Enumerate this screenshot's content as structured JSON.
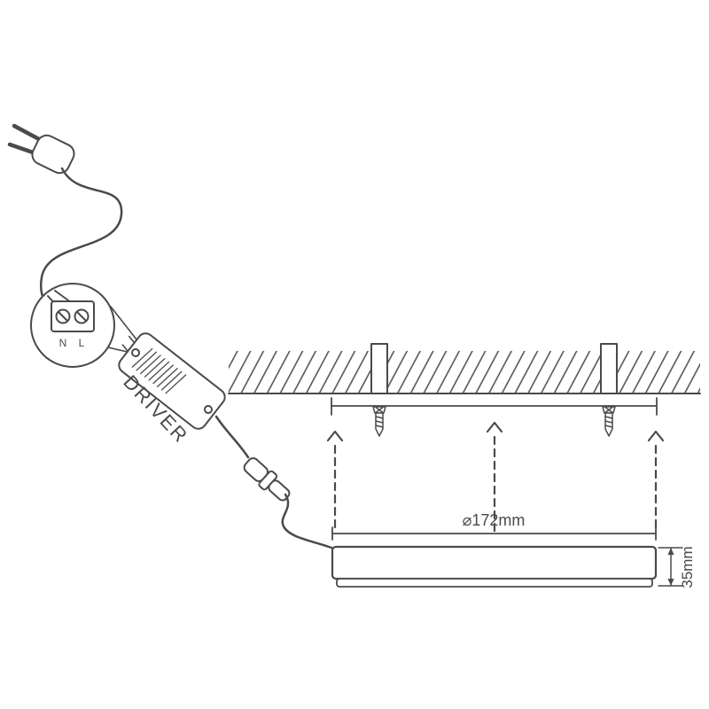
{
  "diagram": {
    "title": "surface-mounted-led-panel-installation",
    "driver_label": "DRIVER",
    "terminal_left": "N",
    "terminal_right": "L",
    "dim_diameter": "⌀172mm",
    "dim_height": "35mm"
  },
  "colors": {
    "line": "#4a4a4a",
    "background": "#ffffff"
  }
}
